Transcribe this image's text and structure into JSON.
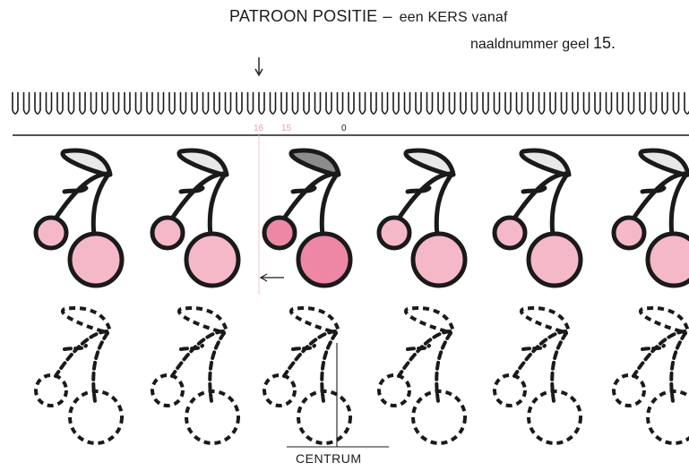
{
  "heading": {
    "title": "PATROON POSITIE",
    "dash": "–",
    "subtitle": "een KERS vanaf",
    "line2_prefix": "naaldnummer geel",
    "line2_number": "15."
  },
  "needle_labels": {
    "left_16": "16",
    "left_15": "15",
    "zero": "0"
  },
  "centrum_label": "CENTRUM",
  "colors": {
    "ink": "#1a1a1a",
    "leaf_light": "#e8e8e8",
    "leaf_dark": "#8c8c8c",
    "cherry_light": "#f5b8c8",
    "cherry_dark": "#ee87a6",
    "needle_marker": "#e7a2ae"
  },
  "icons": {
    "down_arrow": "down-arrow-icon",
    "left_arrow": "left-arrow-icon",
    "cherry": "cherry-icon"
  }
}
